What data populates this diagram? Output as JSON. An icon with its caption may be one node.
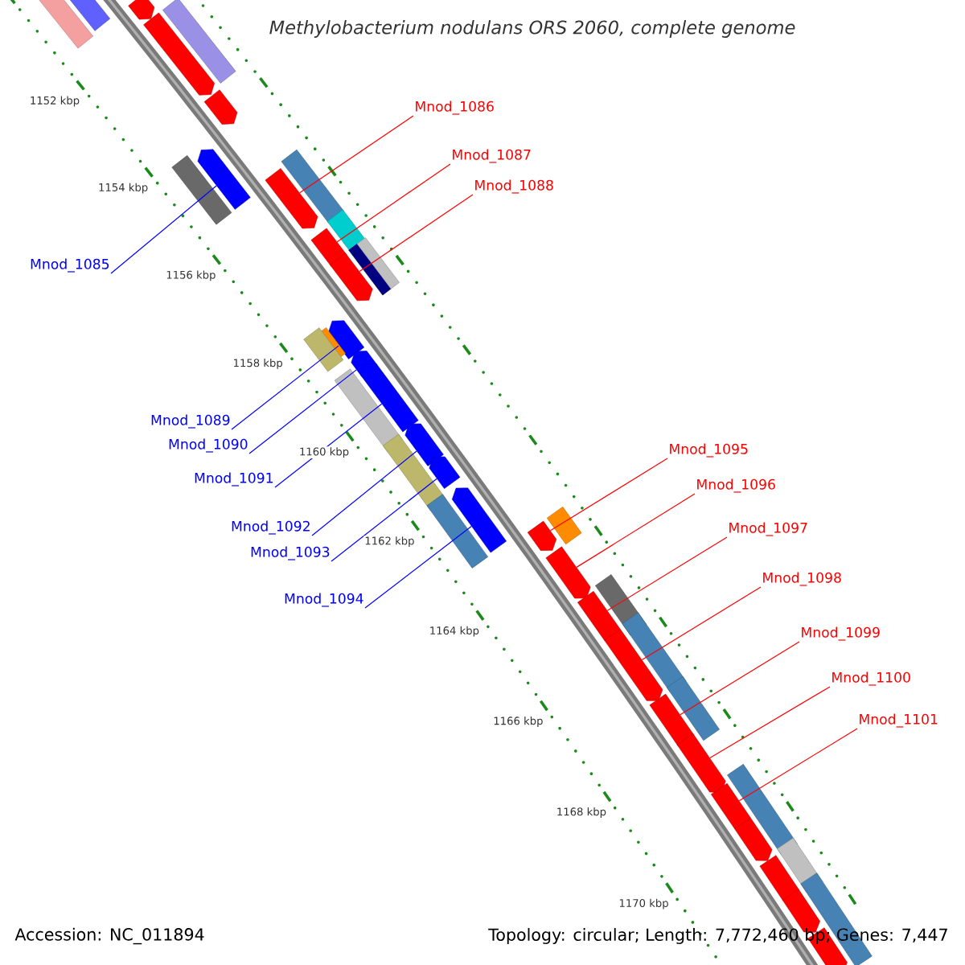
{
  "diagram": {
    "title": "Methylobacterium nodulans ORS 2060, complete genome",
    "nodes": [
      {
        "text": [
          "Mnod_1086"
        ]
      },
      {
        "text": [
          "Mnod_1087"
        ]
      },
      {
        "text": [
          "Mnod_1088"
        ]
      },
      {
        "text": [
          "Mnod_1085"
        ]
      },
      {
        "text": [
          "Mnod_1089"
        ]
      },
      {
        "text": [
          "Mnod_1090"
        ]
      },
      {
        "text": [
          "Mnod_1095"
        ]
      },
      {
        "text": [
          "Mnod_1091"
        ]
      },
      {
        "text": [
          "Mnod_1096"
        ]
      },
      {
        "text": [
          "Mnod_1092"
        ]
      },
      {
        "text": [
          "Mnod_1097"
        ]
      },
      {
        "text": [
          "Mnod_1093"
        ]
      },
      {
        "text": [
          "Mnod_1098"
        ]
      },
      {
        "text": [
          "Mnod_1094"
        ]
      },
      {
        "text": [
          "Mnod_1099"
        ]
      },
      {
        "text": [
          "Mnod_1100"
        ]
      },
      {
        "text": [
          "Mnod_1101"
        ]
      },
      {
        "text": [],
        "shape": "arrow"
      },
      {
        "text": [],
        "shape": "arrow"
      },
      {
        "text": [],
        "shape": "box"
      },
      {
        "text": [],
        "shape": "box"
      },
      {
        "text": [],
        "shape": "arrow"
      },
      {
        "text": [],
        "shape": "arrow"
      },
      {
        "text": [],
        "shape": "arrow"
      },
      {
        "text": [],
        "shape": "box"
      },
      {
        "text": [],
        "shape": "box"
      },
      {
        "text": [],
        "shape": "arrow"
      },
      {
        "text": [],
        "shape": "box"
      },
      {
        "text": [],
        "shape": "arrow"
      },
      {
        "text": [],
        "shape": "box"
      },
      {
        "text": [],
        "shape": "box"
      },
      {
        "text": [],
        "shape": "arrow"
      },
      {
        "text": [],
        "shape": "arrow"
      },
      {
        "text": [],
        "shape": "box"
      },
      {
        "text": [],
        "shape": "box"
      },
      {
        "text": [],
        "shape": "arrow"
      },
      {
        "text": [],
        "shape": "arrow"
      },
      {
        "text": [],
        "shape": "box"
      },
      {
        "text": [],
        "shape": "arrow"
      },
      {
        "text": [],
        "shape": "arrow"
      },
      {
        "text": [],
        "shape": "box"
      },
      {
        "text": [],
        "shape": "arrow"
      },
      {
        "text": [],
        "shape": "box"
      },
      {
        "text": [],
        "shape": "arrow"
      },
      {
        "text": [],
        "shape": "box"
      },
      {
        "text": [],
        "shape": "arrow"
      },
      {
        "text": [],
        "shape": "box"
      },
      {
        "text": [],
        "shape": "arrow"
      },
      {
        "text": [],
        "shape": "box"
      },
      {
        "text": [],
        "shape": "arrow"
      },
      {
        "text": [],
        "shape": "box"
      },
      {
        "text": [],
        "shape": "arrow"
      },
      {
        "text": [],
        "shape": "arrow"
      },
      {
        "text": [],
        "shape": "arrow"
      },
      {
        "text": [],
        "shape": "box"
      },
      {
        "text": [],
        "shape": "arrow"
      },
      {
        "text": [],
        "shape": "box"
      },
      {
        "text": [],
        "shape": "arrow"
      },
      {
        "text": [],
        "shape": "arrow"
      },
      {
        "text": [],
        "shape": "box"
      },
      {
        "text": [],
        "shape": "arrow"
      }
    ],
    "edges": [
      {
        "from": 0,
        "to": 26,
        "arrow": "none"
      },
      {
        "from": 1,
        "to": 28,
        "arrow": "none"
      },
      {
        "from": 2,
        "to": 31,
        "arrow": "none"
      },
      {
        "from": 3,
        "to": 23,
        "arrow": "none",
        "color": "#0000ff"
      },
      {
        "from": 4,
        "to": 32,
        "arrow": "none",
        "color": "#0000ff"
      },
      {
        "from": 5,
        "to": 35,
        "arrow": "none",
        "color": "#0000ff"
      },
      {
        "from": 6,
        "to": 43,
        "arrow": "none"
      },
      {
        "from": 7,
        "to": 36,
        "arrow": "none",
        "color": "#0000ff"
      },
      {
        "from": 8,
        "to": 45,
        "arrow": "none"
      },
      {
        "from": 9,
        "to": 38,
        "arrow": "none",
        "color": "#0000ff"
      },
      {
        "from": 10,
        "to": 47,
        "arrow": "none"
      },
      {
        "from": 11,
        "to": 39,
        "arrow": "none",
        "color": "#0000ff"
      },
      {
        "from": 12,
        "to": 49,
        "arrow": "none"
      },
      {
        "from": 13,
        "to": 41,
        "arrow": "none",
        "color": "#0000ff"
      },
      {
        "from": 14,
        "to": 51,
        "arrow": "none"
      },
      {
        "from": 15,
        "to": 52,
        "arrow": "none"
      },
      {
        "from": 16,
        "to": 53,
        "arrow": "none"
      }
    ],
    "labels": [
      "1152 kbp",
      "1154 kbp",
      "1156 kbp",
      "1158 kbp",
      "1160 kbp",
      "1162 kbp",
      "1164 kbp",
      "1166 kbp",
      "1168 kbp",
      "1170 kbp",
      "Accession: NC_011894",
      "Topology: circular; Length: 7,772,460 bp; Genes: 7,447"
    ]
  }
}
